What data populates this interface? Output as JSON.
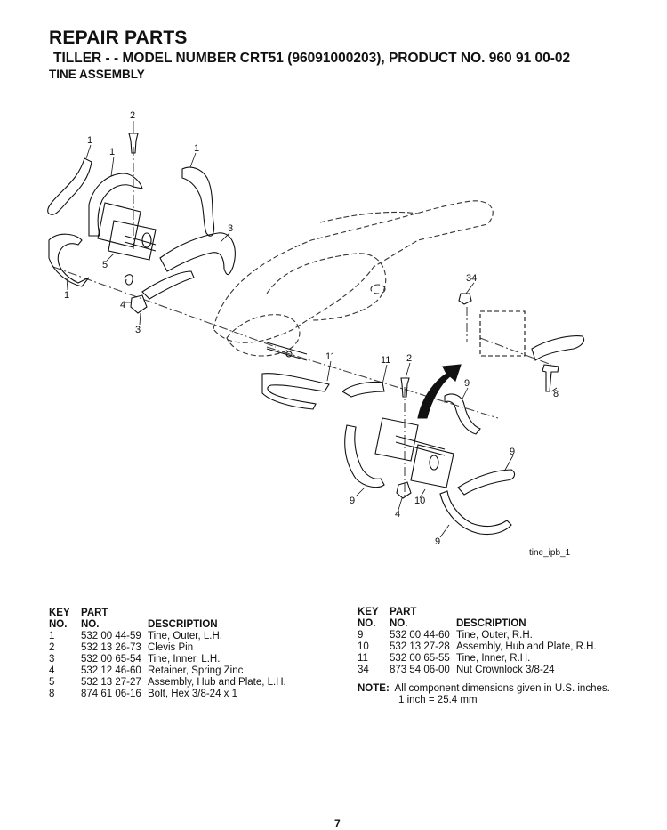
{
  "header": {
    "title": "REPAIR PARTS",
    "subtitle": "TILLER - - MODEL NUMBER CRT51 (96091000203), PRODUCT NO. 960 91 00-02",
    "section": "TINE ASSEMBLY"
  },
  "diagram": {
    "callouts": {
      "c1a": "1",
      "c1b": "1",
      "c1c": "1",
      "c1d": "1",
      "c2a": "2",
      "c2b": "2",
      "c3a": "3",
      "c3b": "3",
      "c4a": "4",
      "c4b": "4",
      "c5": "5",
      "c8": "8",
      "c9a": "9",
      "c9b": "9",
      "c9c": "9",
      "c9d": "9",
      "c10": "10",
      "c11a": "11",
      "c11b": "11",
      "c34": "34"
    },
    "image_ref": "tine_ipb_1"
  },
  "table_headers": {
    "key_top": "KEY",
    "key_bottom": "NO.",
    "part_top": "PART",
    "part_bottom": "NO.",
    "description": "DESCRIPTION"
  },
  "parts_left": [
    {
      "key": "1",
      "part": "532 00 44-59",
      "desc": "Tine, Outer, L.H."
    },
    {
      "key": "2",
      "part": "532 13 26-73",
      "desc": "Clevis Pin"
    },
    {
      "key": "3",
      "part": "532 00 65-54",
      "desc": "Tine, Inner, L.H."
    },
    {
      "key": "4",
      "part": "532 12 46-60",
      "desc": "Retainer, Spring Zinc"
    },
    {
      "key": "5",
      "part": "532 13 27-27",
      "desc": "Assembly, Hub and Plate, L.H."
    },
    {
      "key": "8",
      "part": "874 61 06-16",
      "desc": "Bolt, Hex  3/8-24 x 1"
    }
  ],
  "parts_right": [
    {
      "key": "9",
      "part": "532 00 44-60",
      "desc": "Tine, Outer, R.H."
    },
    {
      "key": "10",
      "part": "532 13 27-28",
      "desc": "Assembly, Hub and Plate, R.H."
    },
    {
      "key": "11",
      "part": "532 00 65-55",
      "desc": "Tine, Inner, R.H."
    },
    {
      "key": "34",
      "part": "873 54 06-00",
      "desc": "Nut Crownlock 3/8-24"
    }
  ],
  "note": {
    "label": "NOTE:",
    "line1": "All component dimensions given in U.S. inches.",
    "line2": "1 inch = 25.4 mm"
  },
  "page_number": "7"
}
